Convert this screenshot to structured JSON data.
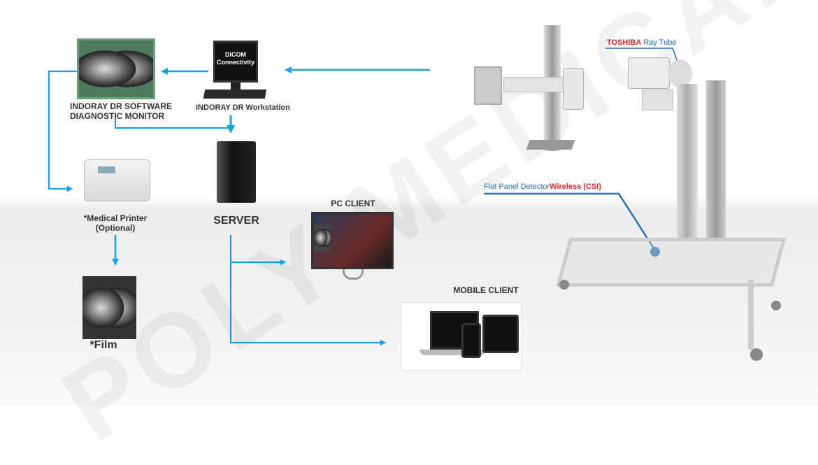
{
  "watermark": "POLY MEDICAL",
  "nodes": {
    "diagnostic_monitor": {
      "line1": "INDORAY DR SOFTWARE",
      "line2": "DIAGNOSTIC MONITOR"
    },
    "workstation": {
      "label": "INDORAY DR Workstation",
      "screen_line1": "DICOM",
      "screen_line2": "Connectivity"
    },
    "server": {
      "label": "SERVER"
    },
    "printer": {
      "line1": "*Medical Printer",
      "line2": "(Optional)"
    },
    "film": {
      "label": "*Film"
    },
    "pc_client": {
      "label": "PC CLIENT"
    },
    "mobile_client": {
      "label": "MOBILE CLIENT"
    }
  },
  "callouts": {
    "ray_tube": {
      "brand": "TOSHIBA",
      "text": " Ray Tube"
    },
    "detector": {
      "text": "Flat Panel Detector",
      "highlight": "Wireless (CSI)"
    }
  },
  "colors": {
    "arrow": "#1aa0e4",
    "brand_red": "#e0222a",
    "callout_blue": "#2a6fb8"
  }
}
